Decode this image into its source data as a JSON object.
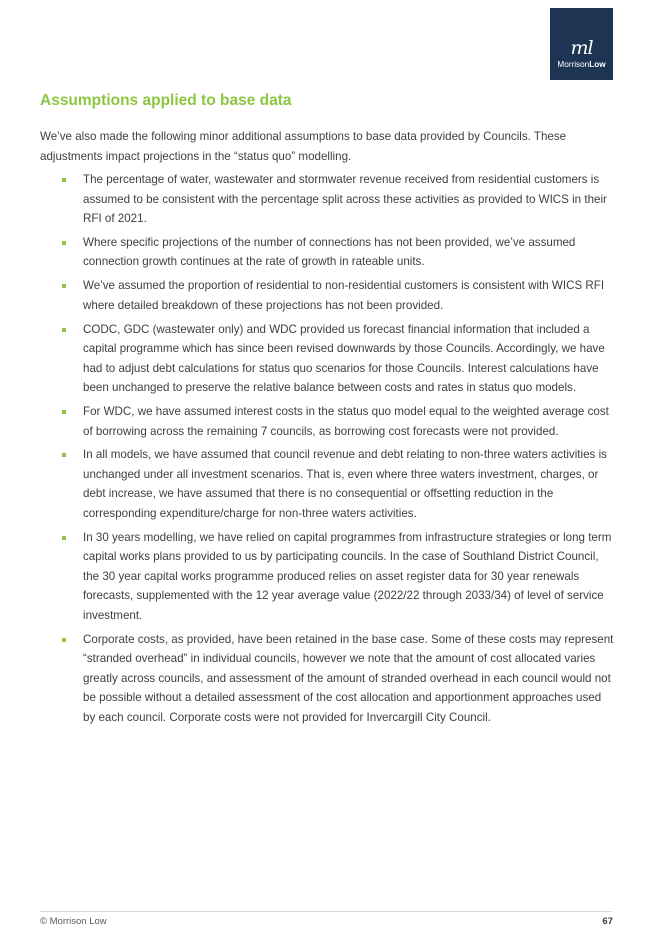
{
  "header": {
    "logo": {
      "monogram": "ml",
      "wordmark_regular": "Morrison",
      "wordmark_bold": "Low",
      "background_color": "#1d3552"
    }
  },
  "section": {
    "title": "Assumptions applied to base data",
    "title_color": "#8cc63f",
    "intro": "We’ve also made the following minor additional assumptions to base data provided by Councils.  These adjustments impact projections in the “status quo” modelling.",
    "bullets": [
      "The percentage of water, wastewater and stormwater revenue received from residential customers is assumed to be consistent with the percentage split across these activities as provided to WICS in their RFI of 2021.",
      "Where specific projections of the number of connections has not been provided, we’ve assumed connection growth continues at the rate of growth in rateable units.",
      "We’ve assumed the proportion of residential to non-residential customers is consistent with WICS RFI where detailed breakdown of these projections has not been provided.",
      "CODC, GDC (wastewater only) and WDC provided us forecast financial information that included a capital programme which has since been revised downwards by those Councils.  Accordingly, we have had to adjust debt calculations for status quo scenarios for those Councils.  Interest calculations have been unchanged to preserve the relative balance between costs and rates in status quo models.",
      "For WDC, we have assumed interest costs in the status quo model equal to the weighted average cost of borrowing across the remaining 7 councils, as borrowing cost forecasts were not provided.",
      "In all models, we have assumed that council revenue and debt relating to non-three waters activities is unchanged under all investment scenarios.  That is, even where three waters investment, charges, or debt increase, we have assumed that there is no consequential or offsetting reduction in the corresponding expenditure/charge for non-three waters activities.",
      "In 30 years modelling, we have relied on capital programmes from infrastructure strategies or long term capital works plans provided to us by participating councils.  In the case of Southland District Council, the 30 year capital works programme produced relies on asset register data for 30 year renewals forecasts, supplemented with the 12 year average value (2022/22 through 2033/34) of level of service investment.",
      "Corporate costs, as provided, have been retained in the base case.  Some of these costs may represent “stranded overhead” in individual councils, however we note that the amount of cost allocated varies greatly across councils, and assessment of the amount of stranded overhead in each council would not be possible without a detailed assessment of the cost allocation and apportionment approaches used by each council.  Corporate costs were not provided for Invercargill City Council."
    ]
  },
  "footer": {
    "copyright": "© Morrison Low",
    "page_number": "67"
  }
}
